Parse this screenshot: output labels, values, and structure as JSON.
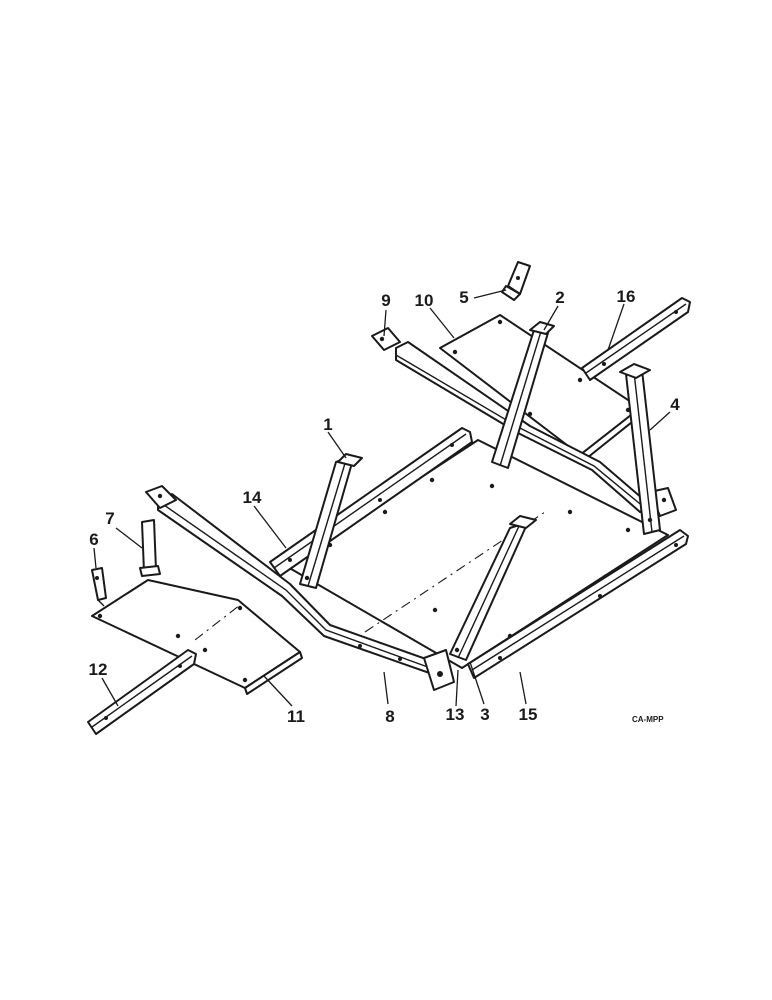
{
  "diagram": {
    "callouts": [
      "1",
      "2",
      "3",
      "4",
      "5",
      "6",
      "7",
      "8",
      "9",
      "10",
      "11",
      "12",
      "13",
      "14",
      "15",
      "16"
    ],
    "drawing_number": "CA-MPP"
  }
}
